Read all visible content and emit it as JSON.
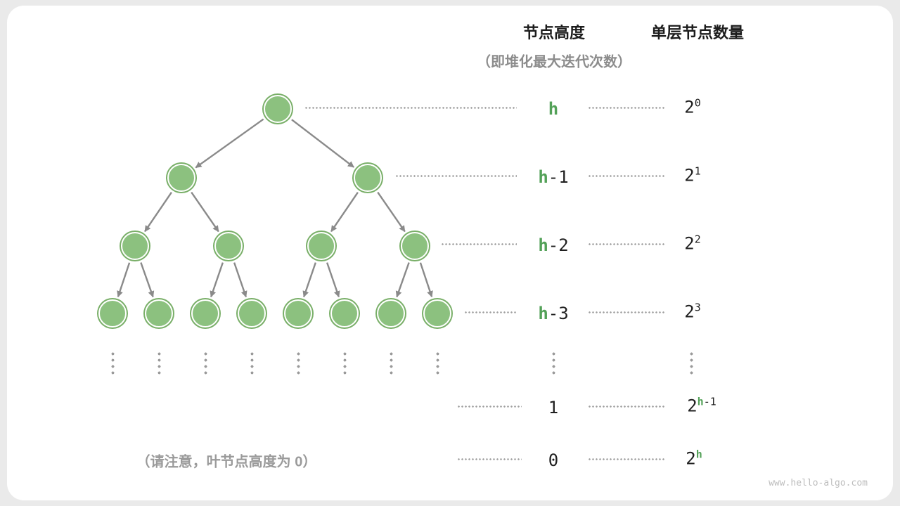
{
  "header": {
    "height_title": "节点高度",
    "height_subtitle": "（即堆化最大迭代次数）",
    "count_title": "单层节点数量"
  },
  "height_labels": {
    "row0": {
      "green": "h",
      "plain": ""
    },
    "row1": {
      "green": "h",
      "plain": "-1"
    },
    "row2": {
      "green": "h",
      "plain": "-2"
    },
    "row3": {
      "green": "h",
      "plain": "-3"
    },
    "row5": {
      "plain": "1"
    },
    "row6": {
      "plain": "0"
    }
  },
  "count_labels": {
    "row0": {
      "base": "2",
      "exp_plain": "0"
    },
    "row1": {
      "base": "2",
      "exp_plain": "1"
    },
    "row2": {
      "base": "2",
      "exp_plain": "2"
    },
    "row3": {
      "base": "2",
      "exp_plain": "3"
    },
    "row5": {
      "base": "2",
      "exp_green": "h",
      "exp_plain": "-1"
    },
    "row6": {
      "base": "2",
      "exp_green": "h",
      "exp_plain": ""
    }
  },
  "note": "（请注意，叶节点高度为 0）",
  "watermark": "www.hello-algo.com",
  "colors": {
    "node_fill": "#8cc17f",
    "node_ring": "#79af68",
    "green_text": "#53a158",
    "arrow": "#8a8a8a"
  }
}
